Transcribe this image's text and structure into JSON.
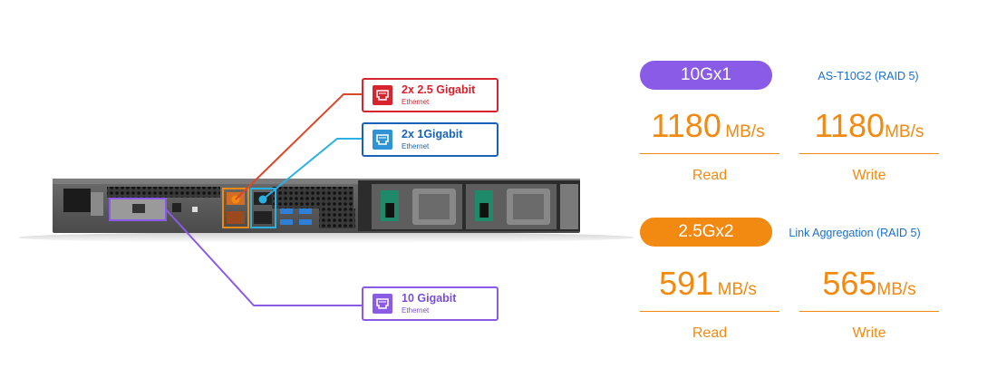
{
  "callouts": {
    "port_25g": {
      "title": "2x 2.5 Gigabit",
      "subtitle": "Ethernet",
      "color": "#d9232e",
      "icon": "ethernet-port-icon"
    },
    "port_1g": {
      "title": "2x 1Gigabit",
      "subtitle": "Ethernet",
      "color": "#1a63b4",
      "icon": "ethernet-port-icon"
    },
    "port_10g": {
      "title": "10 Gigabit",
      "subtitle": "Ethernet",
      "color": "#8a5be6",
      "icon": "ethernet-port-icon"
    }
  },
  "performance": {
    "group_10g": {
      "badge": "10Gx1",
      "config": "AS-T10G2 (RAID 5)",
      "read": {
        "value": "1180",
        "unit": "MB/s",
        "label": "Read"
      },
      "write": {
        "value": "1180",
        "unit": "MB/s",
        "label": "Write"
      },
      "badge_color": "#8a5be6"
    },
    "group_25g": {
      "badge": "2.5Gx2",
      "config": "Link Aggregation (RAID 5)",
      "read": {
        "value": "591",
        "unit": "MB/s",
        "label": "Read"
      },
      "write": {
        "value": "565",
        "unit": "MB/s",
        "label": "Write"
      },
      "badge_color": "#f28a12"
    },
    "stat_color": "#f28a12",
    "config_color": "#1a6fcf"
  }
}
